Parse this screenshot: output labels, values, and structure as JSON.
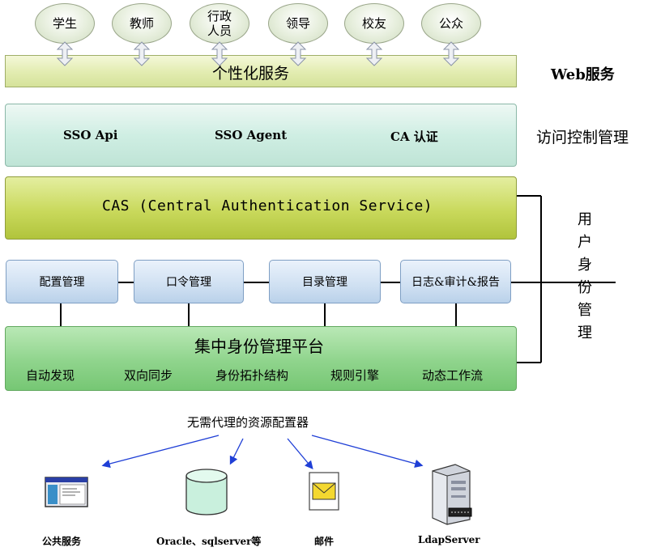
{
  "users": [
    "学生",
    "教师",
    "行政人员",
    "领导",
    "校友",
    "公众"
  ],
  "layers": {
    "personal": {
      "label": "个性化服务",
      "side_label": "Web服务"
    },
    "access": {
      "items": [
        "SSO Api",
        "SSO Agent",
        "CA 认证"
      ],
      "side_label": "访问控制管理"
    },
    "cas": {
      "label": "CAS (Central Authentication Service)"
    },
    "management": [
      "配置管理",
      "口令管理",
      "目录管理",
      "日志&审计&报告"
    ],
    "central": {
      "title": "集中身份管理平台",
      "items": [
        "自动发现",
        "双向同步",
        "身份拓扑结构",
        "规则引擎",
        "动态工作流"
      ]
    }
  },
  "side_vertical_label": [
    "用",
    "户",
    "身",
    "份",
    "管",
    "理"
  ],
  "provisioner": {
    "label": "无需代理的资源配置器"
  },
  "resources": [
    {
      "label": "公共服务",
      "icon": "window-app-icon"
    },
    {
      "label": "Oracle、sqlserver等",
      "icon": "database-icon"
    },
    {
      "label": "邮件",
      "icon": "envelope-icon"
    },
    {
      "label": "LdapServer",
      "icon": "server-icon"
    }
  ],
  "colors": {
    "arrow_blue": "#1f3fd6",
    "central_green": "#8fd48c",
    "cas_green": "#c9d95c"
  }
}
